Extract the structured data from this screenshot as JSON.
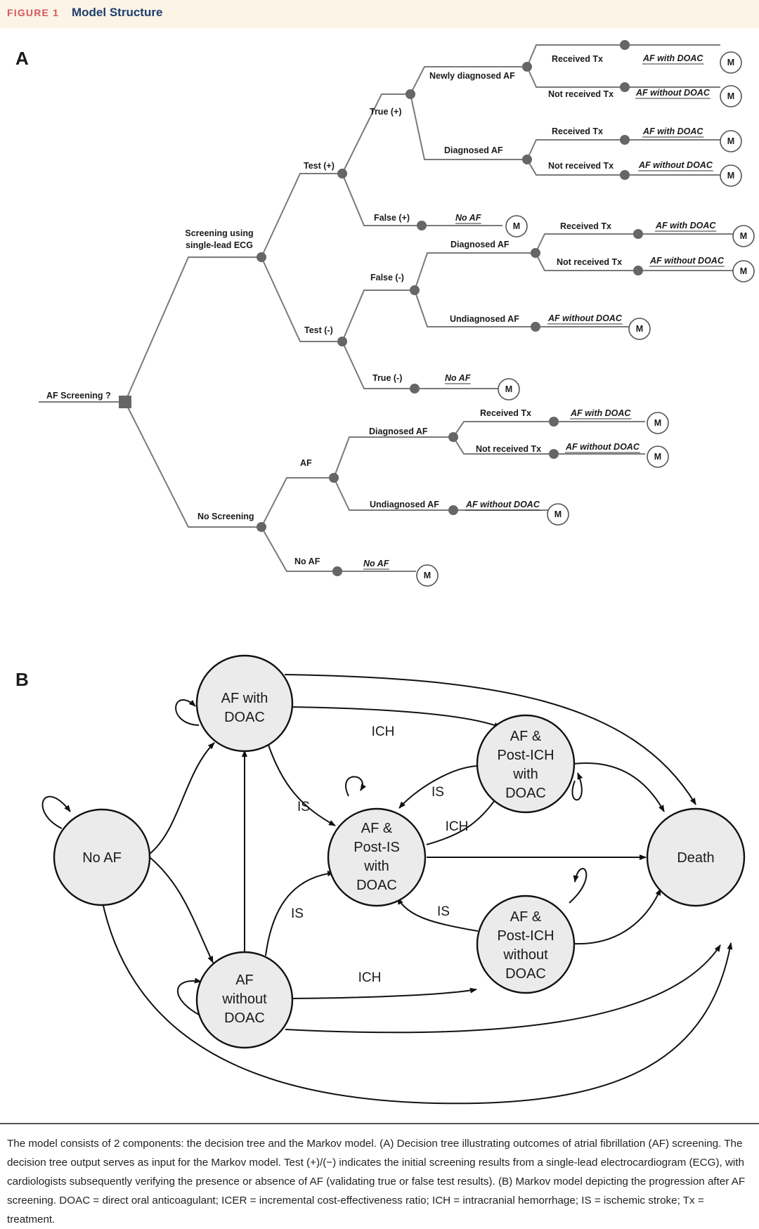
{
  "figure": {
    "label": "FIGURE 1",
    "title": "Model Structure"
  },
  "panels": {
    "a": "A",
    "b": "B"
  },
  "tree": {
    "root": "AF Screening ?",
    "screening": "Screening using single-lead ECG",
    "no_screening": "No Screening",
    "test_pos": "Test (+)",
    "test_neg": "Test (-)",
    "true_pos": "True (+)",
    "false_pos": "False (+)",
    "false_neg": "False (-)",
    "true_neg": "True (-)",
    "newly_diagnosed": "Newly diagnosed AF",
    "diagnosed": "Diagnosed AF",
    "undiagnosed": "Undiagnosed AF",
    "af": "AF",
    "no_af": "No AF",
    "received": "Received Tx",
    "not_received": "Not received Tx",
    "outcome_with": "AF with DOAC",
    "outcome_without": "AF without DOAC",
    "outcome_no_af": "No AF",
    "markov_marker": "M"
  },
  "markov": {
    "states": {
      "no_af": "No AF",
      "af_doac": [
        "AF with",
        "DOAC"
      ],
      "af_no_doac": [
        "AF",
        "without",
        "DOAC"
      ],
      "post_is": [
        "AF &",
        "Post-IS",
        "with",
        "DOAC"
      ],
      "post_ich_doac": [
        "AF &",
        "Post-ICH",
        "with",
        "DOAC"
      ],
      "post_ich_no_doac": [
        "AF &",
        "Post-ICH",
        "without",
        "DOAC"
      ],
      "death": "Death"
    },
    "edge_labels": {
      "ich": "ICH",
      "is": "IS"
    }
  },
  "caption": "The model consists of 2 components: the decision tree and the Markov model. (A) Decision tree illustrating outcomes of atrial fibrillation (AF) screening. The decision tree output serves as input for the Markov model. Test (+)/(−) indicates the initial screening results from a single-lead electrocardiogram (ECG), with cardiologists subsequently verifying the presence or absence of AF (validating true or false test results). (B) Markov model depicting the progression after AF screening. DOAC = direct oral anticoagulant; ICER = incremental cost-effectiveness ratio; ICH = intracranial hemorrhage; IS = ischemic stroke; Tx = treatment."
}
